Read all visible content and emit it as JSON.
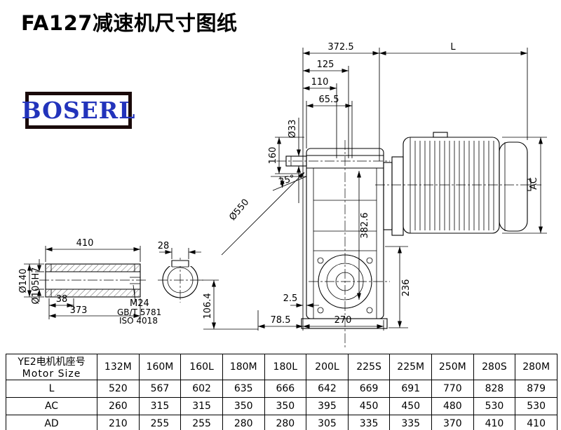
{
  "page": {
    "title": "FA127减速机尺寸图纸"
  },
  "logo": {
    "text": "BOSERL"
  },
  "drawing": {
    "dims": {
      "top_width": "372.5",
      "motor_length": "L",
      "d125": "125",
      "d110": "110",
      "d65_5": "65.5",
      "shaft_dia": "Ø33",
      "d160": "160",
      "angle": "25°",
      "swing_dia": "Ø550",
      "d382_6": "382.6",
      "motor_dia": "AC",
      "d236": "236",
      "d2_5": "2.5",
      "d78_5": "78.5",
      "d270": "270",
      "shaft_len": "410",
      "key_width": "28",
      "hub_dia": "Ø140",
      "bore_dia": "Ø105H7",
      "d38": "38",
      "d373": "373",
      "thread": "M24",
      "thread_std1": "GB/T 5781",
      "thread_std2": "ISO 4018",
      "d106_4": "106.4"
    }
  },
  "table": {
    "header_cn": "YE2电机机座号",
    "header_en": "Motor Size",
    "columns": [
      "132M",
      "160M",
      "160L",
      "180M",
      "180L",
      "200L",
      "225S",
      "225M",
      "250M",
      "280S",
      "280M"
    ],
    "rows": [
      {
        "label": "L",
        "values": [
          "520",
          "567",
          "602",
          "635",
          "666",
          "642",
          "669",
          "691",
          "770",
          "828",
          "879"
        ]
      },
      {
        "label": "AC",
        "values": [
          "260",
          "315",
          "315",
          "350",
          "350",
          "395",
          "450",
          "450",
          "480",
          "530",
          "530"
        ]
      },
      {
        "label": "AD",
        "values": [
          "210",
          "255",
          "255",
          "280",
          "280",
          "305",
          "335",
          "335",
          "370",
          "410",
          "410"
        ]
      }
    ]
  }
}
